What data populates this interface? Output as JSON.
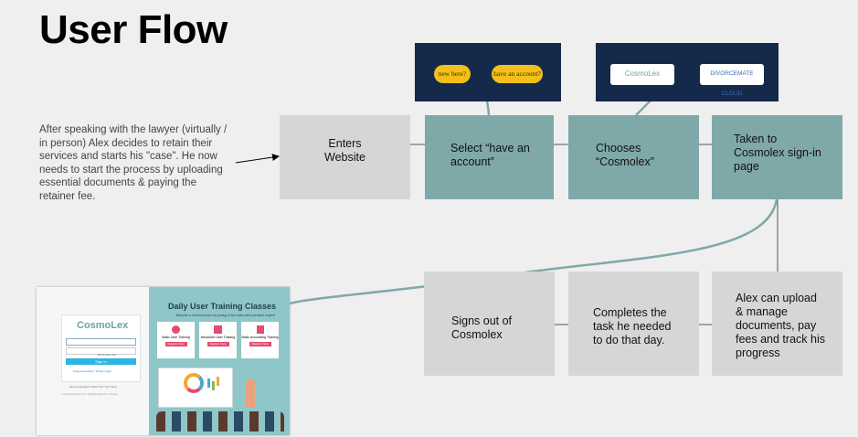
{
  "title": "User Flow",
  "intro": "After speaking with the lawyer (virtually / in person) Alex decides to retain their services and starts his \"case\". He now needs to start the process by uploading essential documents & paying the retainer fee.",
  "steps": {
    "enters": "Enters Website",
    "select": "Select “have an account”",
    "chooses": "Chooses “Cosmolex”",
    "taken": "Taken to Cosmolex sign-in page",
    "upload": "Alex can upload & manage documents, pay fees and track his progress",
    "completes": "Completes the task he needed to do that day.",
    "signs_out": "Signs out of Cosmolex"
  },
  "preview_site": {
    "new_here": "new here?",
    "have_account": "have an account?"
  },
  "preview_logos": {
    "cosmolex": "CosmoLex",
    "divorcemate": "DIVORCEMATE CLOUD"
  },
  "screenshot": {
    "logo": "CosmoLex",
    "heading": "Daily User Training Classes",
    "subheading": "Become a CosmoLex pro by joining a live class with a product expert!",
    "cards": [
      {
        "label": "Basic User Training",
        "button": "Register Now"
      },
      {
        "label": "Advanced User Training",
        "button": "Register Now"
      },
      {
        "label": "Basic Accounting Training",
        "button": "Register Now"
      }
    ],
    "signin": "Sign In",
    "remember": "Remember Me",
    "forgot": "Forgot password / Forgot Login",
    "not_customer": "Not a CosmoLex Client Yet?  Try it Free",
    "copyright": "© CosmoLex Cloud, LLC. All Rights Reserved. | Privacy"
  },
  "colors": {
    "teal": "#7fa8a9",
    "gray": "#d6d6d6",
    "navy": "#15294a",
    "pill": "#f3c019",
    "accent": "#e64a6f"
  }
}
